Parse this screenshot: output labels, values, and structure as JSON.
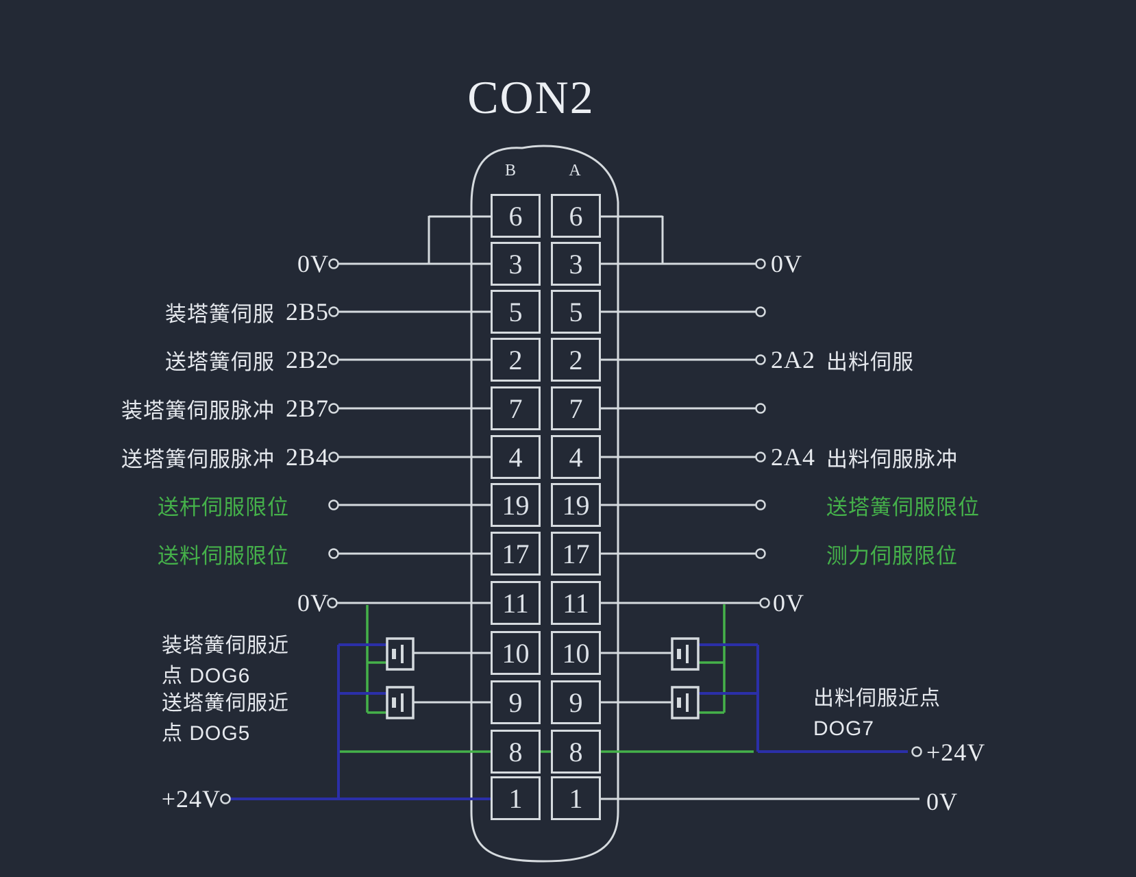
{
  "title": "CON2",
  "connector": {
    "left_column_header": "B",
    "right_column_header": "A",
    "pins": [
      "6",
      "3",
      "5",
      "2",
      "7",
      "4",
      "19",
      "17",
      "11",
      "10",
      "9",
      "8",
      "1"
    ]
  },
  "left_side": {
    "rows": [
      {
        "label": "",
        "code": "0V",
        "green": false
      },
      {
        "label": "装塔簧伺服",
        "code": "2B5",
        "green": false
      },
      {
        "label": "送塔簧伺服",
        "code": "2B2",
        "green": false
      },
      {
        "label": "装塔簧伺服脉冲",
        "code": "2B7",
        "green": false
      },
      {
        "label": "送塔簧伺服脉冲",
        "code": "2B4",
        "green": false
      },
      {
        "label": "送杆伺服限位",
        "code": "",
        "green": true
      },
      {
        "label": "送料伺服限位",
        "code": "",
        "green": true
      },
      {
        "label": "",
        "code": "0V",
        "green": false
      }
    ],
    "sensors": [
      {
        "line1": "装塔簧伺服近",
        "line2": "点 DOG6"
      },
      {
        "line1": "送塔簧伺服近",
        "line2": "点 DOG5"
      }
    ],
    "power": "+24V"
  },
  "right_side": {
    "rows": [
      {
        "label": "",
        "code": "0V",
        "green": false
      },
      {
        "label": "",
        "code": "",
        "green": false
      },
      {
        "label": "出料伺服",
        "code": "2A2",
        "green": false
      },
      {
        "label": "",
        "code": "",
        "green": false
      },
      {
        "label": "出料伺服脉冲",
        "code": "2A4",
        "green": false
      },
      {
        "label": "送塔簧伺服限位",
        "code": "",
        "green": true
      },
      {
        "label": "测力伺服限位",
        "code": "",
        "green": true
      },
      {
        "label": "",
        "code": "0V",
        "green": false
      }
    ],
    "sensor": {
      "line1": "出料伺服近点",
      "line2": "DOG7"
    },
    "power": "+24V",
    "ground": "0V"
  },
  "colors": {
    "background": "#232935",
    "line": "#d5dade",
    "green": "#45b14a",
    "blue": "#2b2fa8"
  }
}
